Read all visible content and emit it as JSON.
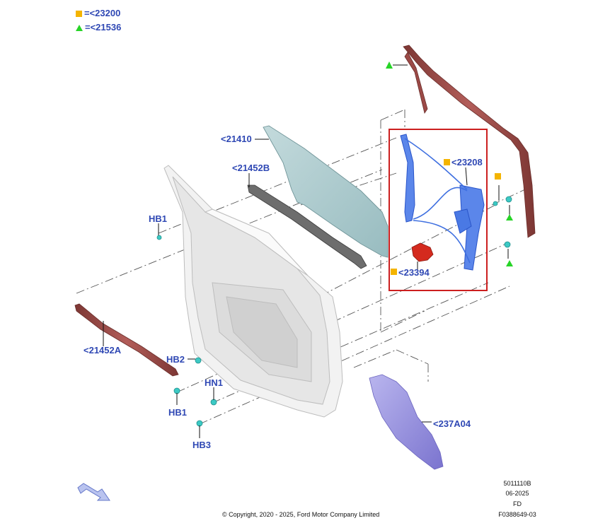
{
  "legend": [
    {
      "icon": "yellow-square-icon",
      "text": "=<23200"
    },
    {
      "icon": "green-triangle-icon",
      "text": "=<21536"
    }
  ],
  "callouts": {
    "glass": "<21410",
    "glass_run_inner": "<21452B",
    "glass_run_outer": "<21452A",
    "regulator": "<23208",
    "motor": "<23394",
    "water_shield": "<237A04",
    "hb1_top": "HB1",
    "hb2": "HB2",
    "hn1": "HN1",
    "hb1_bottom": "HB1",
    "hb3": "HB3"
  },
  "meta": {
    "line1": "5011110B",
    "line2": "06-2025",
    "line3": "FD",
    "line4": "F0388649-03"
  },
  "copyright": "© Copyright, 2020 - 2025, Ford Motor Company Limited",
  "colors": {
    "label": "#2f48b4",
    "highlight_box": "#cc1f1f",
    "seal": "#9c4a47",
    "glass": "#a9c9cc",
    "regulator": "#3e6fe0",
    "motor": "#d42a1e",
    "shield": "#8f8ad8",
    "fastener": "#3cc9c4",
    "legend_square": "#f4b400",
    "legend_triangle": "#27d427"
  }
}
